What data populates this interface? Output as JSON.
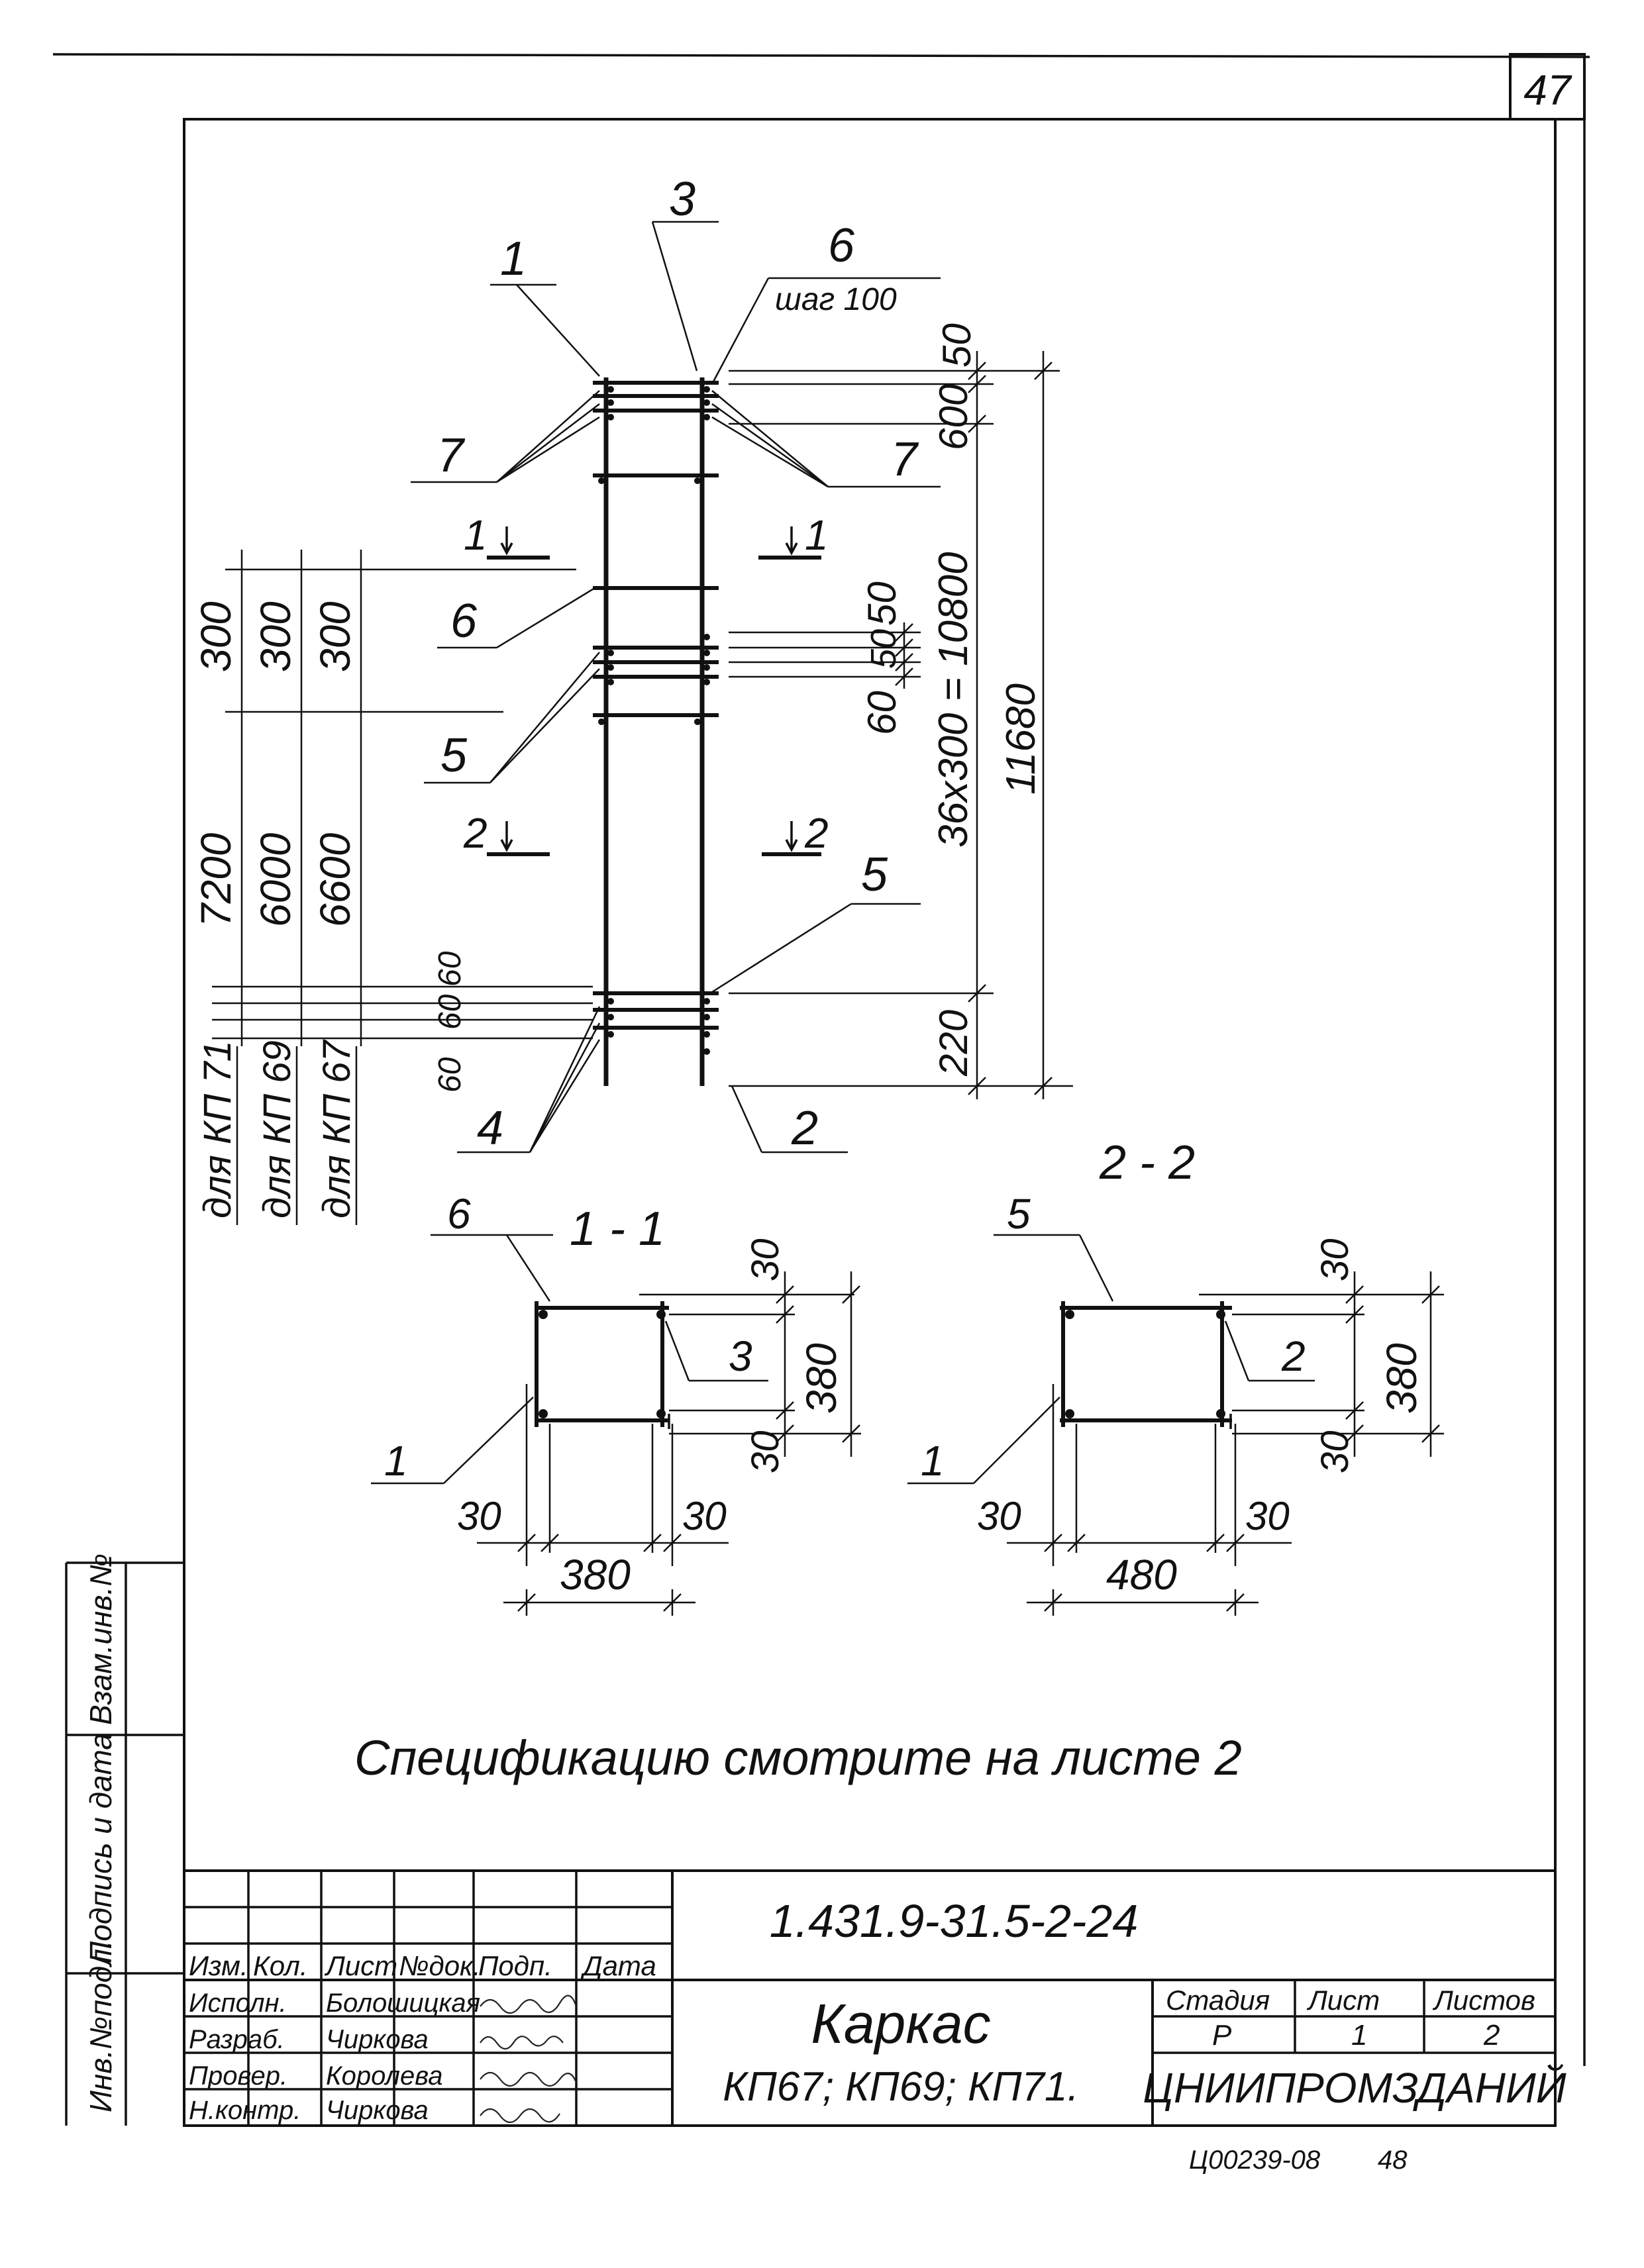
{
  "sheet": {
    "number": "47",
    "designation": "1.431.9-31.5-2-24",
    "title_line1": "Каркас",
    "title_line2": "КП67; КП69; КП71.",
    "organization": "ЦНИИПРОМЗДАНИЙ",
    "stage_header": "Стадия",
    "sheet_header": "Лист",
    "sheets_header": "Листов",
    "stage": "Р",
    "sheet_no": "1",
    "sheets_total": "2",
    "archive_code": "Ц00239-08",
    "archive_page": "48",
    "note": "Спецификацию смотрите на листе 2"
  },
  "side_stamp": {
    "inv_orig": "Инв.№подл.",
    "sign_date": "Подпись и дата",
    "replace_inv": "Взам.инв.№"
  },
  "title_block": {
    "headers": [
      "Изм.",
      "Кол.",
      "Лист",
      "№док.",
      "Подп.",
      "Дата"
    ],
    "rows": [
      {
        "role": "Исполн.",
        "name": "Болошицкая"
      },
      {
        "role": "Разраб.",
        "name": "Чиркова"
      },
      {
        "role": "Провер.",
        "name": "Королева"
      },
      {
        "role": "Н.контр.",
        "name": "Чиркова"
      }
    ]
  },
  "elevation": {
    "callouts": {
      "c1": "1",
      "c2": "2",
      "c3": "3",
      "c4": "4",
      "c5a": "5",
      "c5b": "5",
      "c6a": "6",
      "c6b": "6",
      "c7a": "7",
      "c7b": "7"
    },
    "step_label": "шаг 100",
    "section_marks": {
      "s1l": "1",
      "s1r": "1",
      "s2l": "2",
      "s2r": "2"
    },
    "right_dims": {
      "top_50": "50",
      "top_600": "600",
      "mid_50a": "50",
      "mid_50b": "50",
      "mid_60": "60",
      "span": "36x300 = 10800",
      "overall": "11680",
      "bottom_220": "220"
    },
    "left_dims": {
      "top": [
        "300",
        "300",
        "300"
      ],
      "mid": [
        "7200",
        "6000",
        "6600"
      ],
      "bottom": [
        "60",
        "60",
        "60"
      ],
      "bottom_labels": [
        "для КП 71",
        "для КП 69",
        "для КП 67"
      ]
    }
  },
  "section_1": {
    "title": "1 - 1",
    "callout_top": "6",
    "callout_side": "3",
    "callout_bottom": "1",
    "dim_top": "30",
    "dim_height": "380",
    "dim_bottom": "30",
    "dim_left": "30",
    "dim_right": "30",
    "dim_width": "380"
  },
  "section_2": {
    "title": "2 - 2",
    "callout_top": "5",
    "callout_side": "2",
    "callout_bottom": "1",
    "dim_top": "30",
    "dim_height": "380",
    "dim_bottom": "30",
    "dim_left": "30",
    "dim_right": "30",
    "dim_width": "480"
  }
}
